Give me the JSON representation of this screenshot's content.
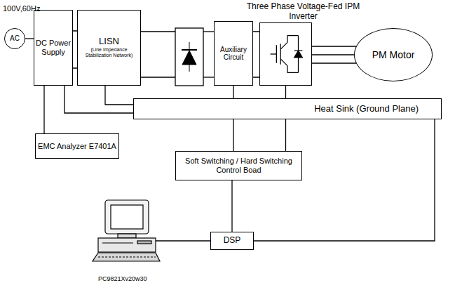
{
  "diagram": {
    "nodes": [
      {
        "text": [
          "AC"
        ]
      },
      {
        "text": [
          "DC Power Supply"
        ]
      },
      {
        "text": [
          "LISN",
          "(Line Impedance Stabilization Network)"
        ]
      },
      {
        "text": [
          "Auxiliary Circuit"
        ]
      },
      {
        "text": [
          "Three Phase Voltage-Fed IPM Inverter"
        ]
      },
      {
        "text": [
          "PM Motor"
        ]
      },
      {
        "text": [
          "Heat Sink (Ground Plane)"
        ]
      },
      {
        "text": [
          "EMC Analyzer E7401A"
        ]
      },
      {
        "text": [
          "Soft Switching / Hard Switching Control Boad"
        ]
      },
      {
        "text": [
          "DSP"
        ]
      }
    ],
    "edges": [
      {
        "from": 0,
        "to": 1,
        "arrow": "none"
      },
      {
        "from": 1,
        "to": 2,
        "arrow": "none"
      },
      {
        "from": 1,
        "to": 7,
        "arrow": "none"
      },
      {
        "from": 1,
        "to": 6,
        "arrow": "none"
      },
      {
        "from": 2,
        "to": 6,
        "arrow": "none"
      },
      {
        "from": 3,
        "to": 4,
        "arrow": "none"
      },
      {
        "from": 4,
        "to": 5,
        "arrow": "none"
      },
      {
        "from": 3,
        "to": 8,
        "arrow": "none"
      },
      {
        "from": 4,
        "to": 8,
        "arrow": "none"
      },
      {
        "from": 6,
        "to": 9,
        "arrow": "none"
      },
      {
        "from": 8,
        "to": 9,
        "arrow": "none"
      }
    ],
    "labels": [
      "100V,60Hz",
      "PC9821Xv20w30"
    ]
  }
}
